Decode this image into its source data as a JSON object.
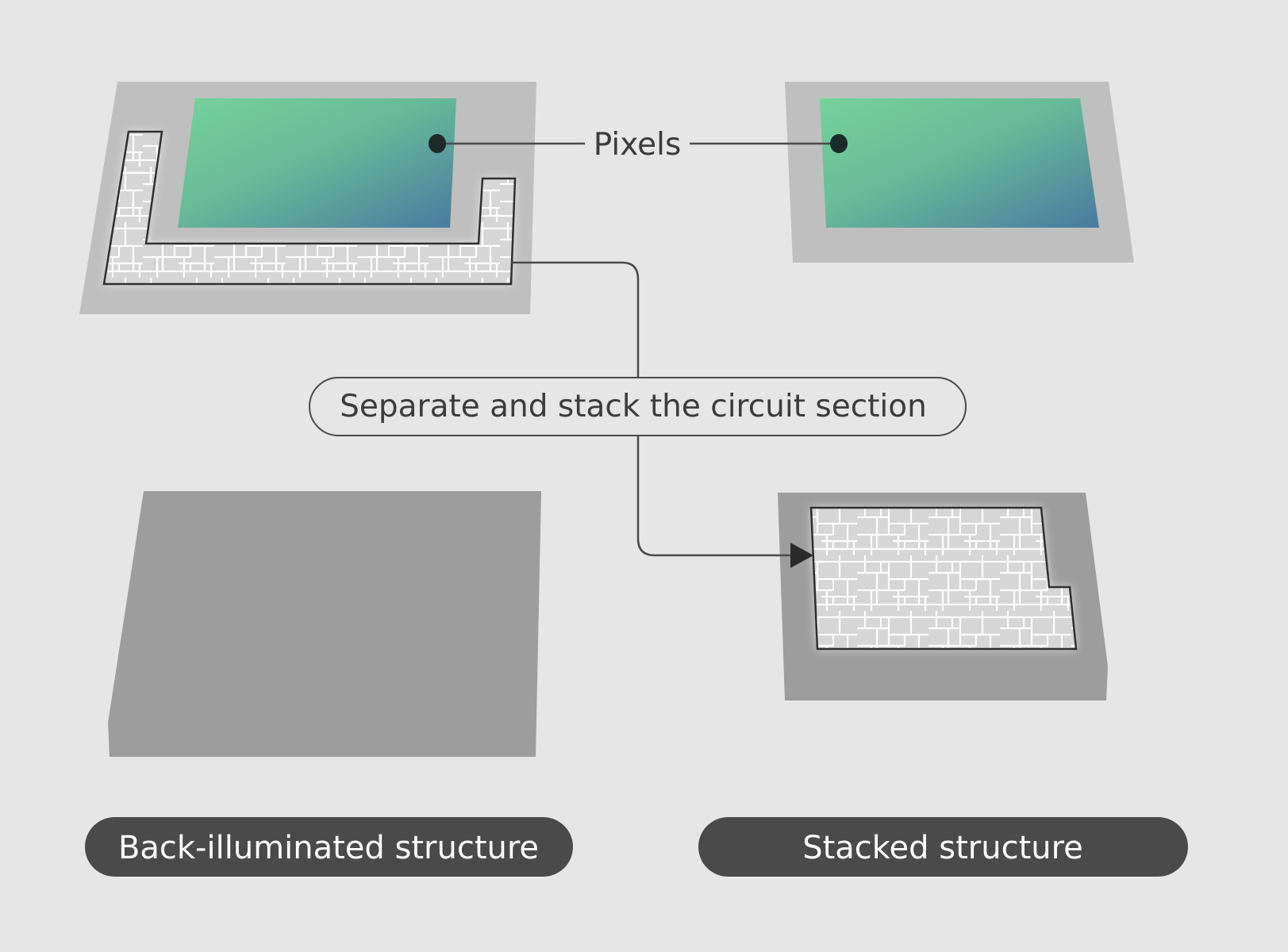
{
  "callouts": {
    "pixels": "Pixels",
    "separate": "Separate and stack the circuit section"
  },
  "labels": {
    "left": "Back-illuminated structure",
    "right": "Stacked structure"
  },
  "colors": {
    "background": "#e6e6e6",
    "chip_top": "#bfbfbf",
    "chip_bottom": "#9d9d9d",
    "pixel_green": "#74d39a",
    "pixel_blue": "#4a7aa0",
    "label_pill": "#4a4a4a",
    "line": "#4a4a4a"
  }
}
